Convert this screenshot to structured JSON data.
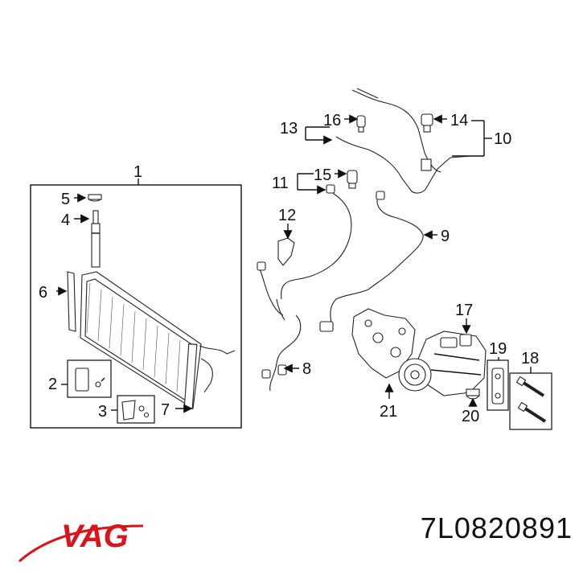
{
  "callouts": {
    "c1": "1",
    "c2": "2",
    "c3": "3",
    "c4": "4",
    "c5": "5",
    "c6": "6",
    "c7": "7",
    "c8": "8",
    "c9": "9",
    "c10": "10",
    "c11": "11",
    "c12": "12",
    "c13": "13",
    "c14": "14",
    "c15": "15",
    "c16": "16",
    "c17": "17",
    "c18": "18",
    "c19": "19",
    "c20": "20",
    "c21": "21"
  },
  "brand": {
    "logo_text": "VAG",
    "logo_color": "#d8141c"
  },
  "part_number": "7L0820891"
}
